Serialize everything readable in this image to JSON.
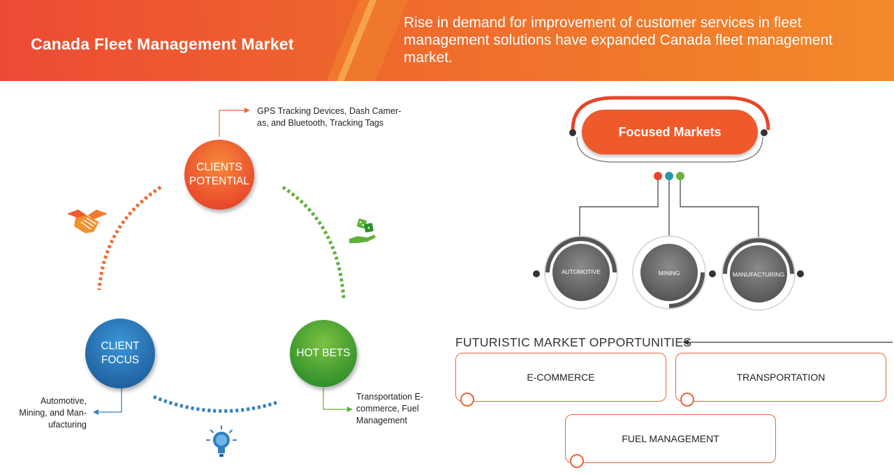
{
  "header": {
    "title": "Canada Fleet Management Market",
    "subtitle": "Rise in demand for improvement of customer services in fleet management solutions have expanded Canada fleet management market."
  },
  "cycle": {
    "clients_potential": {
      "label": "CLIENTS POTENTIAL",
      "note": "GPS Tracking Devices, Dash Camer- as, and Bluetooth, Tracking Tags"
    },
    "client_focus": {
      "label": "CLIENT FOCUS",
      "note": "Automotive, Mining, and Man- ufacturing"
    },
    "hot_bets": {
      "label": "HOT BETS",
      "note": "Transportation E-commerce, Fuel Management"
    },
    "icons": [
      "handshake-icon",
      "dice-hand-icon",
      "lightbulb-icon"
    ]
  },
  "focused_markets": {
    "title": "Focused Markets",
    "segments": [
      "AUTOMOTIVE",
      "MINING",
      "MANUFACTURING"
    ]
  },
  "opportunities": {
    "heading": "FUTURISTIC MARKET OPPORTUNITIES",
    "items": [
      "E-COMMERCE",
      "TRANSPORTATION",
      "FUEL MANAGEMENT"
    ]
  },
  "colors": {
    "orange": "#ef5a2b",
    "green": "#4caf2f",
    "blue": "#2f7fc1",
    "teal": "#1f9aa0",
    "gray": "#6b6b6b"
  }
}
